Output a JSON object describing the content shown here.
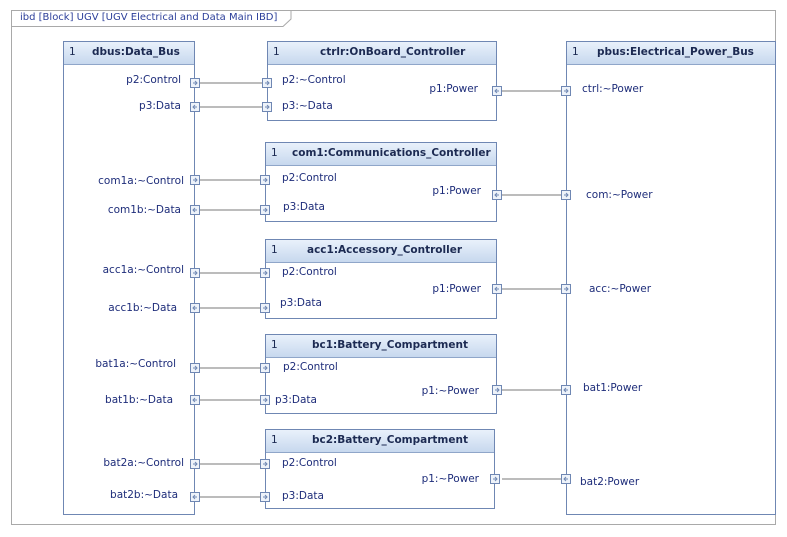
{
  "frame": {
    "label": "ibd [Block] UGV [UGV Electrical and Data Main IBD]"
  },
  "blocks": {
    "dbus": {
      "multiplicity": "1",
      "name": "dbus:Data_Bus",
      "ports": [
        "p2:Control",
        "p3:Data",
        "com1a:~Control",
        "com1b:~Data",
        "acc1a:~Control",
        "acc1b:~Data",
        "bat1a:~Control",
        "bat1b:~Data",
        "bat2a:~Control",
        "bat2b:~Data"
      ]
    },
    "ctrlr": {
      "multiplicity": "1",
      "name": "ctrlr:OnBoard_Controller",
      "ports": [
        "p2:~Control",
        "p3:~Data",
        "p1:Power"
      ]
    },
    "com1": {
      "multiplicity": "1",
      "name": "com1:Communications_Controller",
      "ports": [
        "p2:Control",
        "p3:Data",
        "p1:Power"
      ]
    },
    "acc1": {
      "multiplicity": "1",
      "name": "acc1:Accessory_Controller",
      "ports": [
        "p2:Control",
        "p3:Data",
        "p1:Power"
      ]
    },
    "bc1": {
      "multiplicity": "1",
      "name": "bc1:Battery_Compartment",
      "ports": [
        "p2:Control",
        "p3:Data",
        "p1:~Power"
      ]
    },
    "bc2": {
      "multiplicity": "1",
      "name": "bc2:Battery_Compartment",
      "ports": [
        "p2:Control",
        "p3:Data",
        "p1:~Power"
      ]
    },
    "pbus": {
      "multiplicity": "1",
      "name": "pbus:Electrical_Power_Bus",
      "ports": [
        "ctrl:~Power",
        "com:~Power",
        "acc:~Power",
        "bat1:Power",
        "bat2:Power"
      ]
    }
  },
  "colors": {
    "frame_border": "#a9a9a9",
    "block_border": "#6f87b3",
    "header_gradient_top": "#e9f1fb",
    "header_gradient_bottom": "#c7d8ee",
    "text": "#1e2d7a",
    "connector": "#7a7a7a"
  }
}
